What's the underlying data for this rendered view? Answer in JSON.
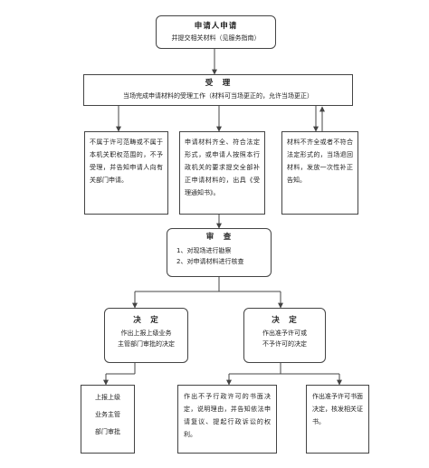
{
  "nodes": {
    "apply": {
      "title": "申请人申请",
      "text": "并提交相关材料（见服务指南）"
    },
    "accept": {
      "title": "受　理",
      "text": "当场完成申请材料的受理工作（材料可当场更正的，允许当场更正）"
    },
    "reject": {
      "text": "不属于许可范畴或不属于本机关职权范围的，不予受理，并告知申请人向有关部门申请。"
    },
    "accepted": {
      "text": "申请材料齐全、符合法定形式，或申请人按照本行政机关的要求提交全部补正申请材料的，出具《受理通知书》。"
    },
    "incomplete": {
      "text": "材料不齐全或者不符合法定形式的，当场退回材料，发放一次性补正告知。"
    },
    "review": {
      "title": "审　查",
      "items": [
        "1、对现场进行勘察",
        "2、对申请材料进行核查"
      ]
    },
    "decision_left": {
      "title": "决　定",
      "lines": [
        "作出上报上级业务",
        "主管部门审批的决定"
      ]
    },
    "decision_right": {
      "title": "决　定",
      "lines": [
        "作出准予许可或",
        "不予许可的决定"
      ]
    },
    "report": {
      "lines": [
        "上报上级",
        "业务主管",
        "部门审批"
      ]
    },
    "deny": {
      "text": "作出不予行政许可的书面决定，说明理由，并告知依法申请复议、提起行政诉讼的权利。"
    },
    "grant": {
      "text": "作出准予许可书面决定，核发相关证书。"
    }
  },
  "colors": {
    "stroke": "#444444",
    "background": "#ffffff"
  }
}
